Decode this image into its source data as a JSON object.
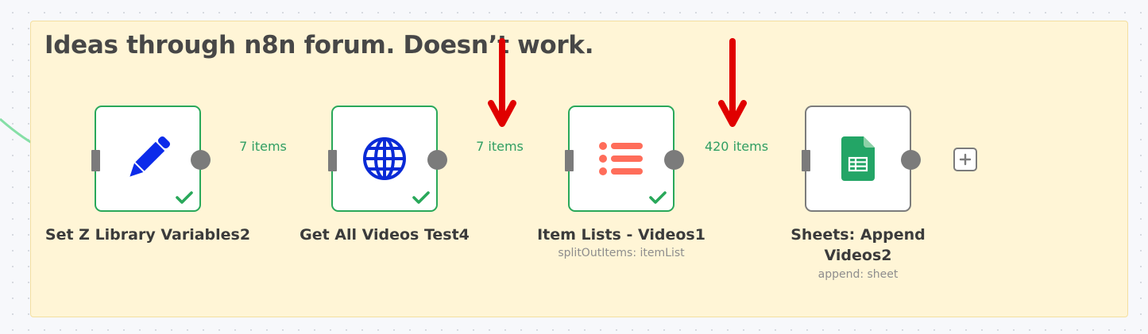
{
  "canvas": {
    "sticky_note": {
      "title": "Ideas through n8n forum. Doesn’t work."
    }
  },
  "nodes": [
    {
      "name": "Set Z Library Variables2",
      "icon": "pencil-icon",
      "status": "success"
    },
    {
      "name": "Get All Videos Test4",
      "icon": "globe-icon",
      "status": "success"
    },
    {
      "name": "Item Lists - Videos1",
      "subtitle": "splitOutItems: itemList",
      "icon": "list-icon",
      "status": "success"
    },
    {
      "name_line1": "Sheets: Append",
      "name_line2": "Videos2",
      "subtitle": "append: sheet",
      "icon": "google-sheets-icon"
    }
  ],
  "connections": [
    {
      "label": "7 items"
    },
    {
      "label": "7 items"
    },
    {
      "label": "420 items"
    }
  ],
  "colors": {
    "success": "#29a85a",
    "connection": "#86dfa7",
    "sticky_background": "#fff5d6",
    "annotation_arrow": "#e00000",
    "pencil": "#0c2bea",
    "globe": "#0a2ad6",
    "list": "#ff6d5a",
    "sheets": "#23a566"
  }
}
